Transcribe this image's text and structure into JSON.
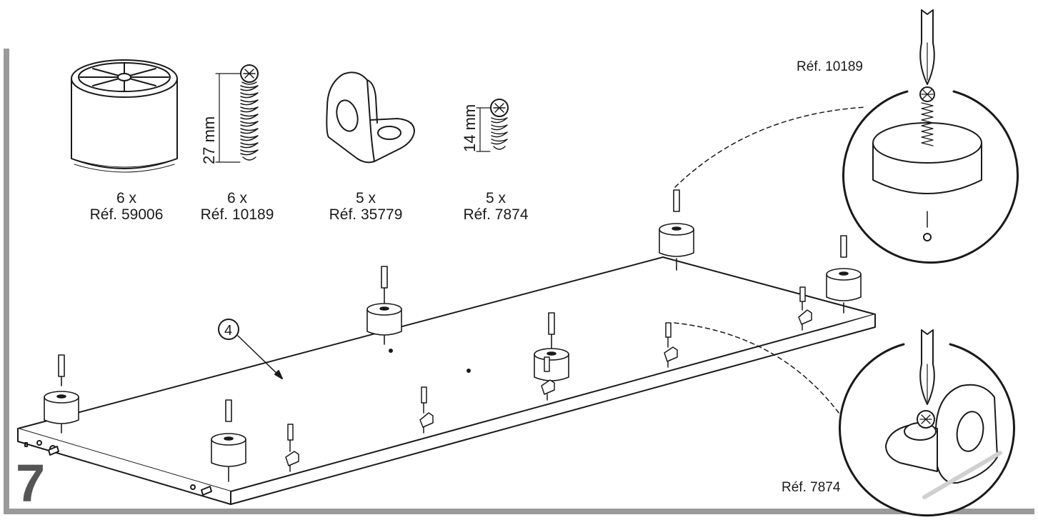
{
  "step": "7",
  "part_reference": "4",
  "parts": [
    {
      "qty": "6 x",
      "ref": "Réf. 59006",
      "kind": "foot"
    },
    {
      "qty": "6 x",
      "ref": "Réf. 10189",
      "kind": "screw",
      "dimension": "27 mm"
    },
    {
      "qty": "5 x",
      "ref": "Réf. 35779",
      "kind": "bracket"
    },
    {
      "qty": "5 x",
      "ref": "Réf. 7874",
      "kind": "screw",
      "dimension": "14 mm"
    }
  ],
  "detail_views": [
    {
      "label": "Réf. 10189",
      "shows": "foot-screw-detail"
    },
    {
      "label": "Réf. 7874",
      "shows": "bracket-screw-detail"
    }
  ],
  "colors": {
    "frame": "#9a9a9a",
    "line": "#1a1a1a",
    "step_number": "#555555"
  }
}
